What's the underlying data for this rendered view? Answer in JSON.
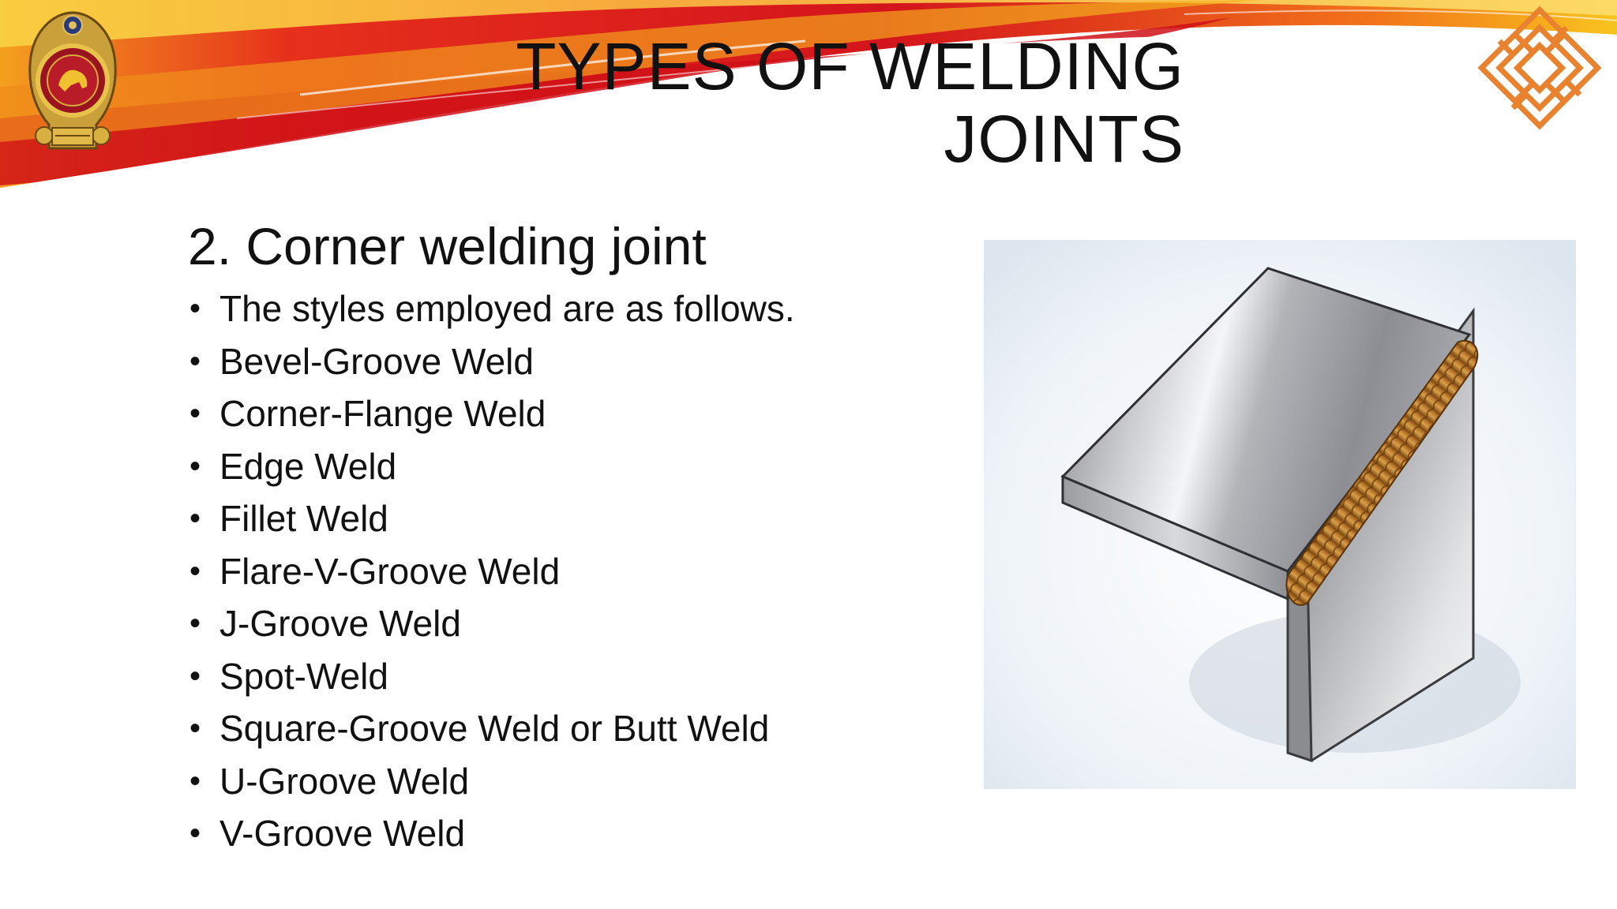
{
  "slide": {
    "title_line1": "TYPES OF WELDING",
    "title_line2": "JOINTS",
    "subheading": "2. Corner welding joint",
    "bullets": [
      "The styles employed are as follows.",
      "Bevel-Groove Weld",
      "Corner-Flange Weld",
      "Edge Weld",
      "Fillet Weld",
      "Flare-V-Groove Weld",
      "J-Groove Weld",
      "Spot-Weld",
      "Square-Groove Weld or Butt Weld",
      "U-Groove Weld",
      "V-Groove Weld"
    ],
    "bullet_glyph": "•"
  },
  "decor": {
    "emblem": "sri-lanka-emblem-icon",
    "corner_logo": "orange-knot-logo-icon",
    "figure": "corner-weld-joint-illustration",
    "colors": {
      "swoosh_red": "#d4141c",
      "swoosh_orange": "#f28a1a",
      "swoosh_yellow": "#f7c21c",
      "weld_bead": "#c98a3a",
      "logo_orange": "#e8822e"
    }
  }
}
